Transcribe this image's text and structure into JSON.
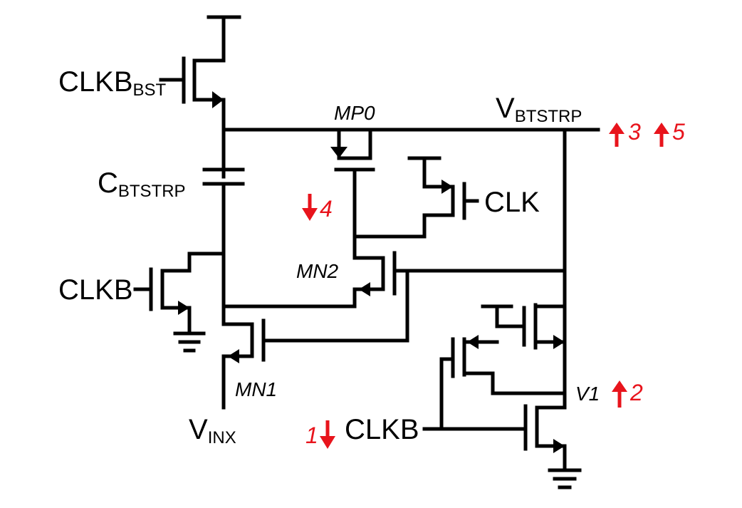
{
  "labels": {
    "clkb_bst_main": "CLKB",
    "clkb_bst_sub": "BST",
    "c_btstrp_main": "C",
    "c_btstrp_sub": "BTSTRP",
    "v_btstrp_main": "V",
    "v_btstrp_sub": "BTSTRP",
    "mp0": "MP0",
    "mn2": "MN2",
    "mn1": "MN1",
    "clk": "CLK",
    "clkb_left": "CLKB",
    "clkb_bottom": "CLKB",
    "v_inx_main": "V",
    "v_inx_sub": "INX",
    "v1": "V1"
  },
  "step_markers": {
    "s1": "1",
    "s2": "2",
    "s3": "3",
    "s4": "4",
    "s5": "5"
  },
  "colors": {
    "wire": "#000000",
    "annotation": "#e8141c"
  }
}
